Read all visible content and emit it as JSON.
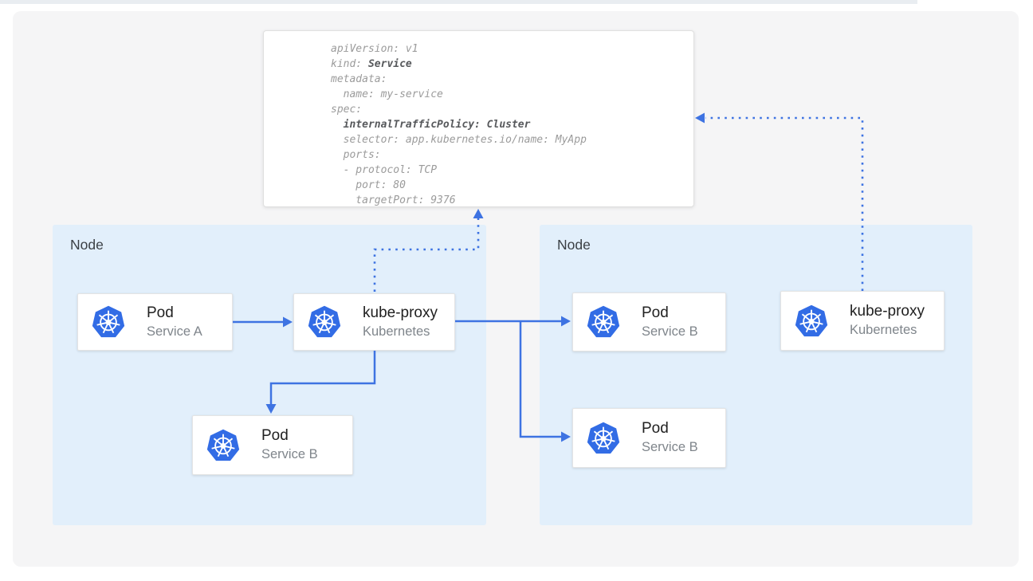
{
  "colors": {
    "arrow": "#3e73e2",
    "k8s_blue": "#326ce5",
    "node_bg": "#e2effb",
    "panel_bg": "#f5f5f6",
    "top_bar": "#e9edf1",
    "yaml_text": "#9b9b9b",
    "yaml_bold": "#57595c"
  },
  "yaml_panel": {
    "lines": [
      {
        "pre": "apiVersion: v1",
        "bold": ""
      },
      {
        "pre": "kind: ",
        "bold": "Service"
      },
      {
        "pre": "metadata:",
        "bold": ""
      },
      {
        "pre": "  name: my-service",
        "bold": ""
      },
      {
        "pre": "spec:",
        "bold": ""
      },
      {
        "pre": "  ",
        "bold": "internalTrafficPolicy: Cluster"
      },
      {
        "pre": "  selector: app.kubernetes.io/name: MyApp",
        "bold": ""
      },
      {
        "pre": "  ports:",
        "bold": ""
      },
      {
        "pre": "  - protocol: TCP",
        "bold": ""
      },
      {
        "pre": "    port: 80",
        "bold": ""
      },
      {
        "pre": "    targetPort: 9376",
        "bold": ""
      }
    ]
  },
  "nodes": [
    {
      "label": "Node",
      "entities": [
        {
          "title": "Pod",
          "subtitle": "Service A",
          "icon": "kubernetes-icon"
        },
        {
          "title": "kube-proxy",
          "subtitle": "Kubernetes",
          "icon": "kubernetes-icon"
        },
        {
          "title": "Pod",
          "subtitle": "Service B",
          "icon": "kubernetes-icon"
        }
      ]
    },
    {
      "label": "Node",
      "entities": [
        {
          "title": "Pod",
          "subtitle": "Service B",
          "icon": "kubernetes-icon"
        },
        {
          "title": "Pod",
          "subtitle": "Service B",
          "icon": "kubernetes-icon"
        },
        {
          "title": "kube-proxy",
          "subtitle": "Kubernetes",
          "icon": "kubernetes-icon"
        }
      ]
    }
  ]
}
